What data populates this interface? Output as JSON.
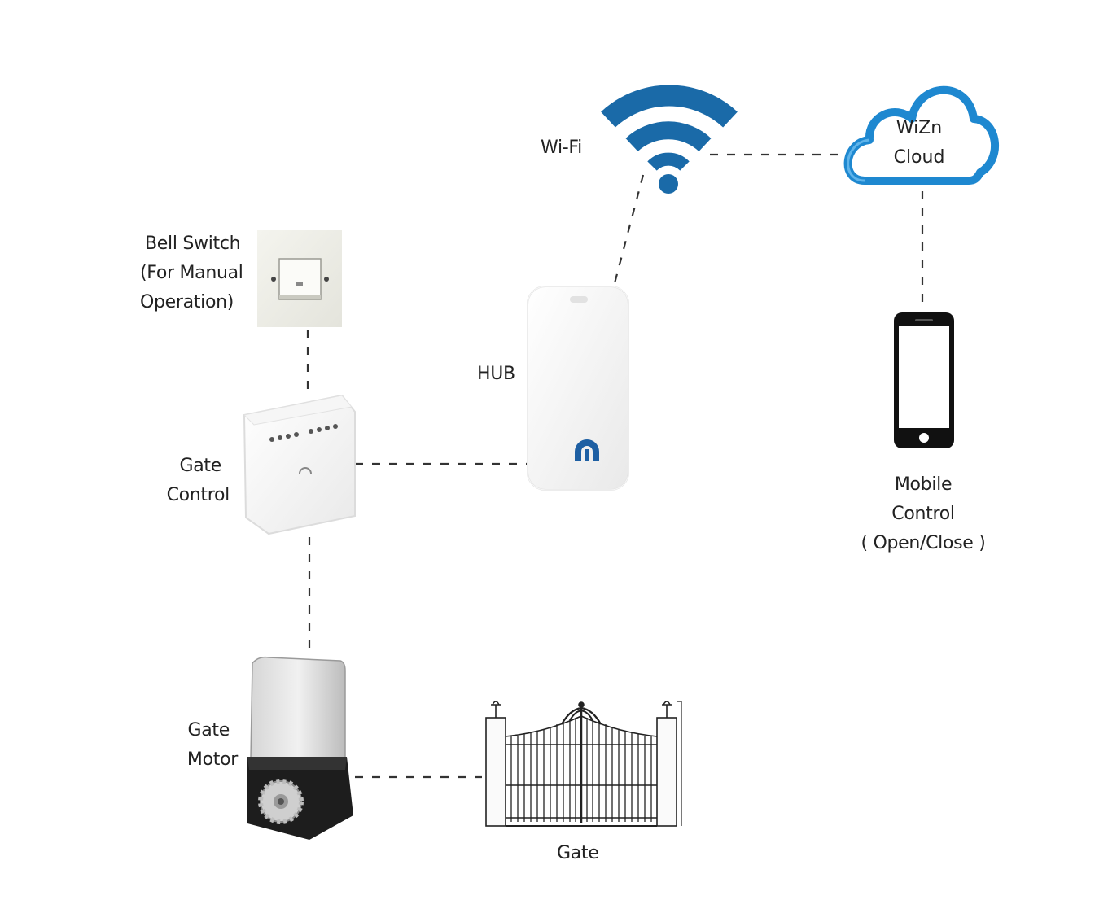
{
  "nodes": {
    "wifi": {
      "label": "Wi-Fi",
      "icon": "wifi-icon"
    },
    "cloud": {
      "line1": "WiZn",
      "line2": "Cloud",
      "icon": "cloud-icon"
    },
    "bell_switch": {
      "line1": "Bell Switch",
      "line2": "(For Manual",
      "line3": "Operation)",
      "icon": "bell-switch-icon"
    },
    "hub": {
      "label": "HUB",
      "icon": "hub-device-icon"
    },
    "gate_control": {
      "line1": "Gate",
      "line2": "Control",
      "icon": "gate-control-module-icon"
    },
    "mobile": {
      "line1": "Mobile",
      "line2": "Control",
      "line3": "( Open/Close )",
      "icon": "smartphone-icon"
    },
    "gate_motor": {
      "line1": "Gate",
      "line2": "Motor",
      "icon": "gate-motor-icon"
    },
    "gate": {
      "label": "Gate",
      "icon": "gate-icon"
    }
  },
  "colors": {
    "wifi": "#1a6aa8",
    "cloud_stroke": "#1e88d0",
    "connector": "#333333",
    "text": "#222222"
  }
}
